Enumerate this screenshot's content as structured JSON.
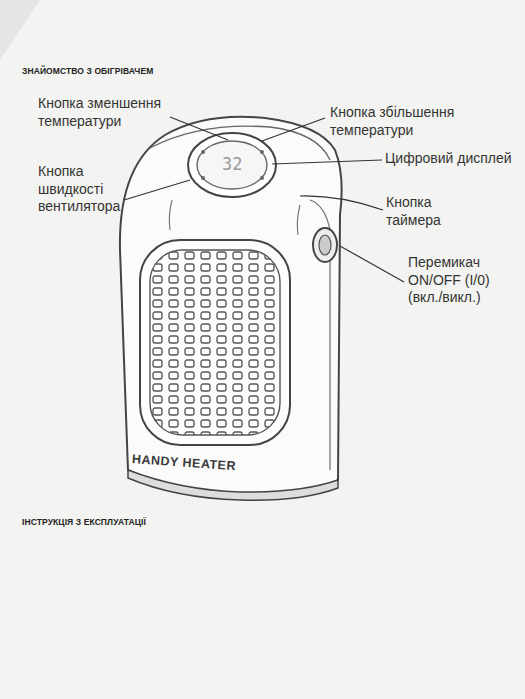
{
  "diagram": {
    "title": "ЗНАЙОМСТВО З ОБІГРІВАЧЕМ",
    "labels": [
      "Кнопка зменшення температури",
      "Кнопка збільшення температури",
      "Кнопка швидкості вентилятора",
      "Цифровий дисплей",
      "Кнопка таймера",
      "Перемикач ON/OFF (I/0) (вкл./викл.)",
      "32",
      "HANDY HEATER",
      "ІНСТРУКЦІЯ З ЕКСПЛУАТАЦІЇ"
    ]
  }
}
